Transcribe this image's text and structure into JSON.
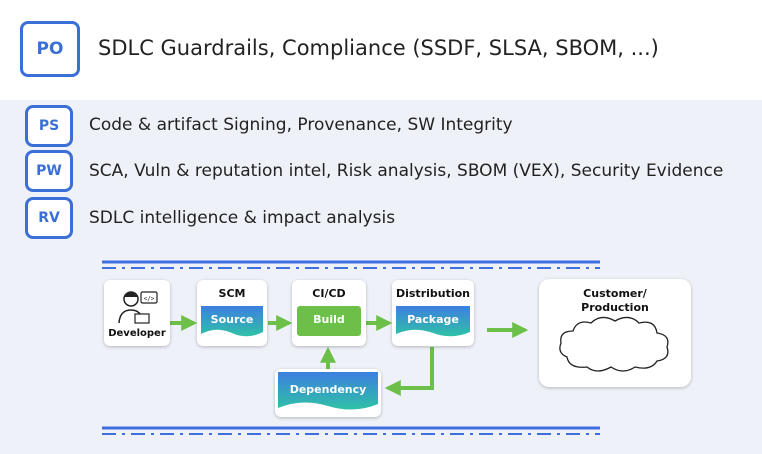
{
  "header": {
    "badge": "PO",
    "text": "SDLC Guardrails, Compliance (SSDF, SLSA, SBOM, ...)"
  },
  "rows": [
    {
      "badge": "PS",
      "text": "Code & artifact Signing, Provenance, SW Integrity"
    },
    {
      "badge": "PW",
      "text": "SCA, Vuln & reputation intel, Risk analysis, SBOM (VEX), Security Evidence"
    },
    {
      "badge": "RV",
      "text": "SDLC intelligence & impact analysis"
    }
  ],
  "diagram": {
    "developer": "Developer",
    "scm": {
      "title": "SCM",
      "label": "Source"
    },
    "cicd": {
      "title": "CI/CD",
      "label": "Build"
    },
    "distribution": {
      "title": "Distribution",
      "label": "Package"
    },
    "dependency": "Dependency",
    "customer": "Customer/ Production",
    "colors": {
      "accent": "#3a6fd8",
      "green": "#6cc04a",
      "teal": "#2fb5b8",
      "blue": "#3d6fe0"
    }
  }
}
